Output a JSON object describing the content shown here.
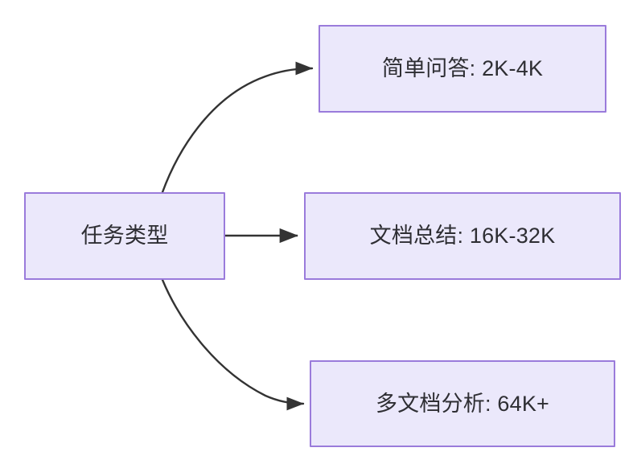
{
  "diagram": {
    "type": "flowchart",
    "direction": "left-to-right",
    "background_color": "#ffffff",
    "node_fill_color": "#ebe8fb",
    "node_border_color": "#9a7bdb",
    "node_text_color": "#2e2e33",
    "edge_color": "#333333",
    "root": {
      "id": "root",
      "label": "任务类型"
    },
    "branches": [
      {
        "id": "qa",
        "label": "简单问答: 2K-4K",
        "task": "简单问答",
        "context_length": "2K-4K",
        "edge_style": "curved"
      },
      {
        "id": "doc",
        "label": "文档总结: 16K-32K",
        "task": "文档总结",
        "context_length": "16K-32K",
        "edge_style": "straight"
      },
      {
        "id": "multi",
        "label": "多文档分析: 64K+",
        "task": "多文档分析",
        "context_length": "64K+",
        "edge_style": "curved"
      }
    ]
  }
}
